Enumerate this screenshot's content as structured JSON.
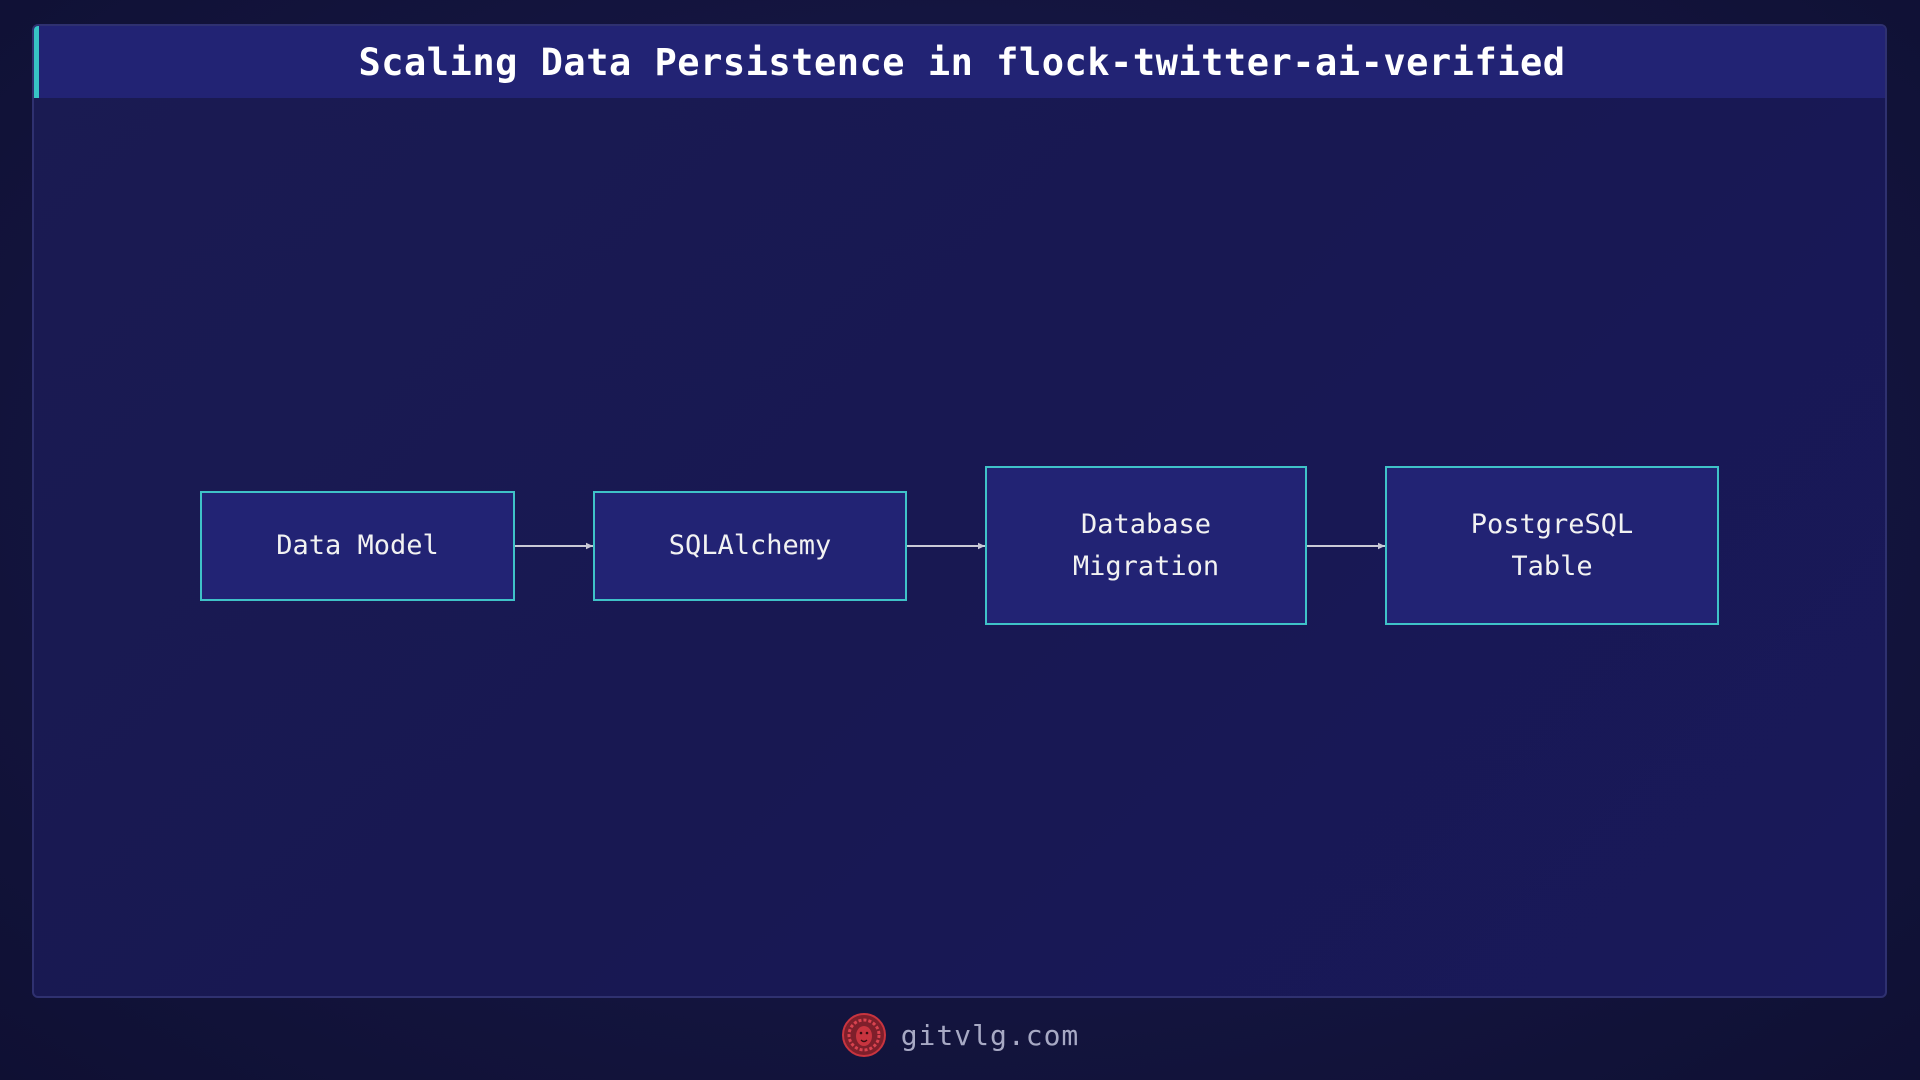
{
  "title": "Scaling Data Persistence in flock-twitter-ai-verified",
  "diagram": {
    "nodes": [
      {
        "id": "data-model",
        "lines": [
          "Data Model"
        ]
      },
      {
        "id": "sqlalchemy",
        "lines": [
          "SQLAlchemy"
        ]
      },
      {
        "id": "database-migration",
        "lines": [
          "Database",
          "Migration"
        ]
      },
      {
        "id": "postgresql-table",
        "lines": [
          "PostgreSQL",
          "Table"
        ]
      }
    ],
    "edges": [
      {
        "from": "data-model",
        "to": "sqlalchemy"
      },
      {
        "from": "sqlalchemy",
        "to": "database-migration"
      },
      {
        "from": "database-migration",
        "to": "postgresql-table"
      }
    ]
  },
  "footer": {
    "logo_icon": "lion-head-icon",
    "site": "gitvlg.com"
  },
  "colors": {
    "background": "#141540",
    "panel": "#1a1b52",
    "title_bar": "#222374",
    "accent": "#37c3c5",
    "node_fill": "#222374",
    "node_border": "#3fc2c8",
    "arrow": "#c9c9d6",
    "logo": "#c8343f"
  }
}
